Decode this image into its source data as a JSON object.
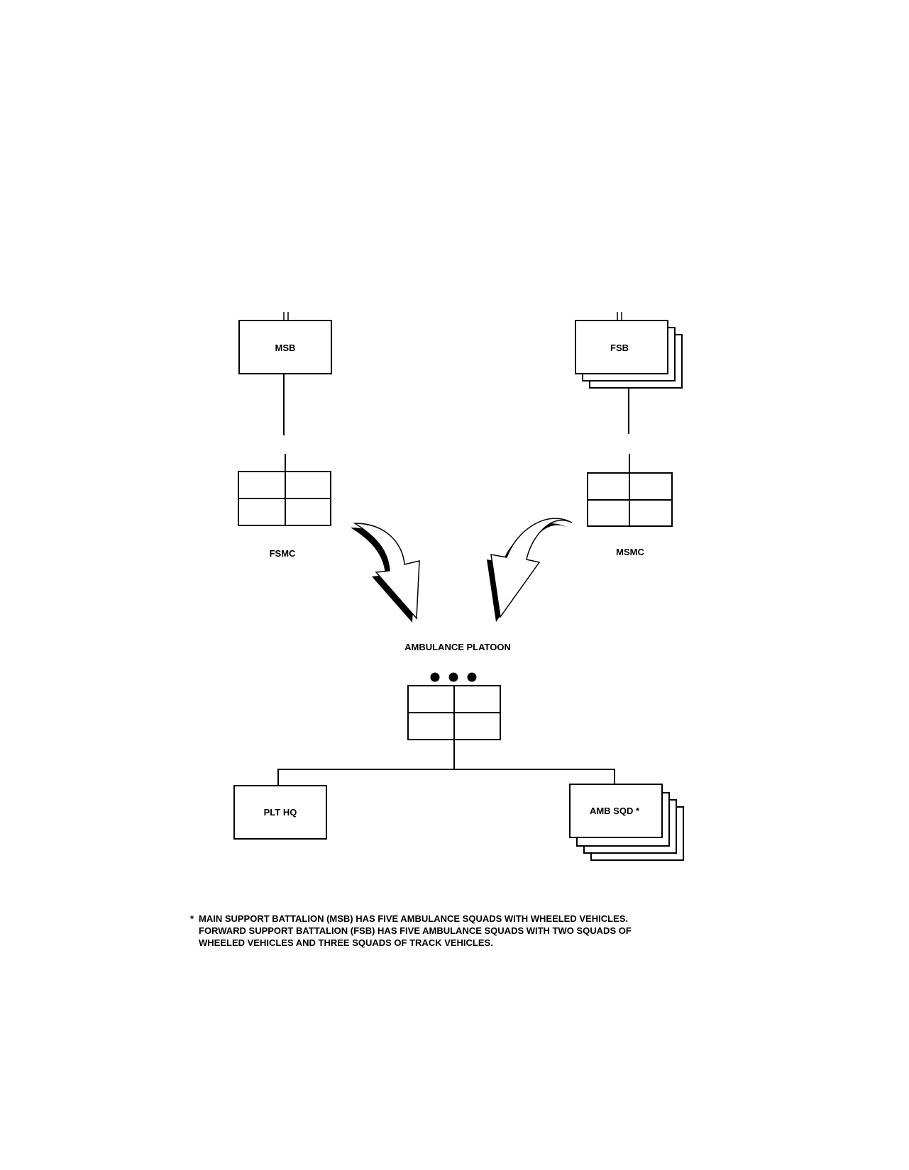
{
  "nodes": {
    "msb": "MSB",
    "fsb": "FSB",
    "fsmc": "FSMC",
    "msmc": "MSMC",
    "ambulance_platoon": "AMBULANCE PLATOON",
    "plt_hq": "PLT HQ",
    "amb_sqd": "AMB SQD *"
  },
  "footnote": {
    "marker": "*",
    "lines": [
      "MAIN SUPPORT BATTALION (MSB) HAS FIVE AMBULANCE SQUADS WITH WHEELED VEHICLES.",
      "FORWARD SUPPORT BATTALION (FSB) HAS FIVE AMBULANCE SQUADS WITH TWO SQUADS OF",
      "WHEELED VEHICLES AND THREE SQUADS OF TRACK VEHICLES."
    ]
  }
}
